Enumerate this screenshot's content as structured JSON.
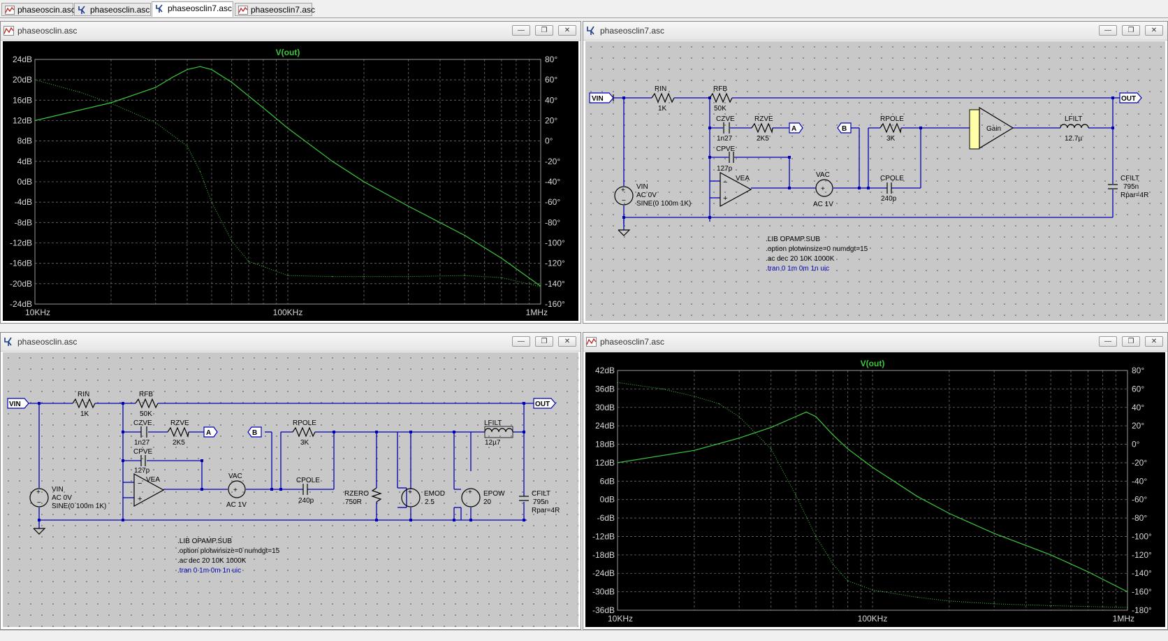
{
  "tabs": [
    {
      "label": "phaseoscin.asc",
      "type": "plot"
    },
    {
      "label": "phaseosclin.asc",
      "type": "schematic"
    },
    {
      "label": "phaseosclin7.asc",
      "type": "schematic",
      "active": true
    },
    {
      "label": "phaseosclin7.asc",
      "type": "plot"
    }
  ],
  "windows": {
    "tl": {
      "title": "phaseosclin.asc"
    },
    "tr": {
      "title": "phaseosclin7.asc"
    },
    "bl": {
      "title": "phaseosclin.asc"
    },
    "br": {
      "title": "phaseosclin7.asc"
    }
  },
  "colors": {
    "trace": "#3cc83c",
    "wire": "#0000b4",
    "plot_bg": "#000000",
    "grid": "#6e6e6e",
    "axis_text": "#d8d8d8",
    "sch_bg": "#c8c8c8"
  },
  "icons": {
    "plot": "waveform-icon",
    "schematic": "schematic-icon",
    "minimize": "minimize-icon",
    "restore": "restore-icon",
    "close": "close-icon"
  },
  "chart_data": [
    {
      "type": "line",
      "title": "V(out)",
      "x_scale": "log",
      "xlim": [
        10000,
        1000000
      ],
      "x_ticks": [
        "10KHz",
        "100KHz",
        "1MHz"
      ],
      "ylim": [
        -24,
        24
      ],
      "y_ticks": [
        "24dB",
        "20dB",
        "16dB",
        "12dB",
        "8dB",
        "4dB",
        "0dB",
        "-4dB",
        "-8dB",
        "-12dB",
        "-16dB",
        "-20dB",
        "-24dB"
      ],
      "y2lim": [
        -160,
        80
      ],
      "y2_ticks": [
        "80°",
        "60°",
        "40°",
        "20°",
        "0°",
        "-20°",
        "-40°",
        "-60°",
        "-80°",
        "-100°",
        "-120°",
        "-140°",
        "-160°"
      ],
      "series": [
        {
          "style": "solid",
          "axis": "left",
          "x": [
            10000,
            20000,
            30000,
            35000,
            40000,
            45000,
            50000,
            60000,
            80000,
            100000,
            150000,
            200000,
            300000,
            500000,
            700000,
            1000000
          ],
          "y": [
            12,
            15.5,
            18.5,
            20.5,
            22,
            22.6,
            22,
            19.5,
            14.5,
            10.5,
            4,
            0,
            -4.8,
            -10.5,
            -15,
            -20.5
          ]
        },
        {
          "style": "dotted",
          "axis": "right",
          "x": [
            10000,
            15000,
            20000,
            30000,
            40000,
            45000,
            50000,
            60000,
            70000,
            100000,
            150000,
            200000,
            300000,
            500000,
            700000,
            1000000
          ],
          "y": [
            60,
            48,
            37,
            18,
            -5,
            -30,
            -60,
            -98,
            -118,
            -132,
            -133,
            -133,
            -133,
            -132,
            -134,
            -143
          ]
        }
      ]
    },
    {
      "type": "line",
      "title": "V(out)",
      "x_scale": "log",
      "xlim": [
        10000,
        1000000
      ],
      "x_ticks": [
        "10KHz",
        "100KHz",
        "1MHz"
      ],
      "ylim": [
        -36,
        42
      ],
      "y_ticks": [
        "42dB",
        "36dB",
        "30dB",
        "24dB",
        "18dB",
        "12dB",
        "6dB",
        "0dB",
        "-6dB",
        "-12dB",
        "-18dB",
        "-24dB",
        "-30dB",
        "-36dB"
      ],
      "y2lim": [
        -180,
        80
      ],
      "y2_ticks": [
        "80°",
        "60°",
        "40°",
        "20°",
        "0°",
        "-20°",
        "-40°",
        "-60°",
        "-80°",
        "-100°",
        "-120°",
        "-140°",
        "-160°",
        "-180°"
      ],
      "series": [
        {
          "style": "solid",
          "axis": "left",
          "x": [
            10000,
            20000,
            30000,
            40000,
            50000,
            55000,
            60000,
            70000,
            80000,
            100000,
            150000,
            200000,
            300000,
            500000,
            700000,
            1000000
          ],
          "y": [
            12,
            16,
            20,
            23.5,
            27,
            28.5,
            27,
            21,
            16.5,
            10.5,
            1,
            -4.5,
            -11,
            -18,
            -23.5,
            -30
          ]
        },
        {
          "style": "dotted",
          "axis": "right",
          "x": [
            10000,
            15000,
            20000,
            25000,
            30000,
            40000,
            50000,
            60000,
            70000,
            80000,
            100000,
            150000,
            200000,
            300000,
            500000,
            1000000
          ],
          "y": [
            67,
            60,
            52,
            44,
            30,
            -5,
            -55,
            -100,
            -130,
            -148,
            -158,
            -166,
            -170,
            -173,
            -175,
            -177
          ]
        }
      ]
    }
  ],
  "sch_tr": {
    "labels": {
      "vin_port": "VIN",
      "out_port": "OUT",
      "rin": "RIN",
      "rin_v": "1K",
      "rfb": "RFB",
      "rfb_v": "50K",
      "czve": "CZVE",
      "czve_v": "1n27",
      "rzve": "RZVE",
      "rzve_v": "2K5",
      "cpve": "CPVE",
      "cpve_v": "127p",
      "vea": "VEA",
      "flag_a": "A",
      "flag_b": "B",
      "rpole": "RPOLE",
      "rpole_v": "3K",
      "cpole": "CPOLE",
      "cpole_v": "240p",
      "vac": "VAC",
      "vac_v": "AC 1V",
      "gain": "Gain",
      "lfilt": "LFILT",
      "lfilt_v": "12.7µ",
      "cfilt": "CFILT",
      "cfilt_v": "795n",
      "cfilt_r": "Rpar=4R",
      "vin": "VIN",
      "vin_v1": "AC 0V",
      "vin_v2": "SINE(0 100m 1K)"
    },
    "directives": [
      ".LIB OPAMP.SUB",
      ".option plotwinsize=0 numdgt=15",
      ".ac dec 20 10K 1000K",
      ".tran 0 1m 0m 1n uic"
    ]
  },
  "sch_bl": {
    "labels": {
      "vin_port": "VIN",
      "out_port": "OUT",
      "rin": "RIN",
      "rin_v": "1K",
      "rfb": "RFB",
      "rfb_v": "50K",
      "czve": "CZVE",
      "czve_v": "1n27",
      "rzve": "RZVE",
      "rzve_v": "2K5",
      "cpve": "CPVE",
      "cpve_v": "127p",
      "vea": "VEA",
      "flag_a": "A",
      "flag_b": "B",
      "rpole": "RPOLE",
      "rpole_v": "3K",
      "cpole": "CPOLE",
      "cpole_v": "240p",
      "vac": "VAC",
      "vac_v": "AC 1V",
      "rzero": "RZERO",
      "rzero_v": "750R",
      "emod": "EMOD",
      "emod_v": "2.5",
      "epow": "EPOW",
      "epow_v": "20",
      "lfilt": "LFILT",
      "lfilt_v": "12µ7",
      "cfilt": "CFILT",
      "cfilt_v": "795n",
      "cfilt_r": "Rpar=4R",
      "vin": "VIN",
      "vin_v1": "AC 0V",
      "vin_v2": "SINE(0 100m 1K)"
    },
    "directives": [
      ".LIB OPAMP.SUB",
      ".option plotwinsize=0 numdgt=15",
      ".ac dec 20 10K 1000K",
      ".tran 0 1m 0m 1n uic"
    ]
  }
}
